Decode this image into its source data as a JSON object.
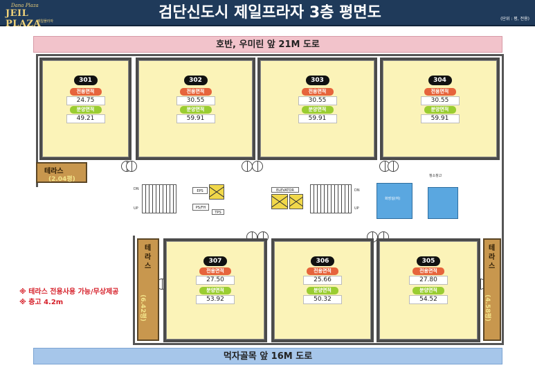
{
  "header": {
    "logo_small": "Dana Plaza",
    "logo_main": "JEIL PLAZA",
    "logo_sub": "제일플라자",
    "title": "검단신도시 제일프라자 3층 평면도",
    "unit_note": "(단위 : 평, 전용)"
  },
  "roads": {
    "top": "호반, 우미린 앞 21M 도로",
    "bottom": "먹자골목 앞 16M 도로"
  },
  "labels": {
    "exclusive": "전용면적",
    "supply": "분양면적"
  },
  "units": [
    {
      "no": "301",
      "exclusive": "24.75",
      "supply": "49.21"
    },
    {
      "no": "302",
      "exclusive": "30.55",
      "supply": "59.91"
    },
    {
      "no": "303",
      "exclusive": "30.55",
      "supply": "59.91"
    },
    {
      "no": "304",
      "exclusive": "30.55",
      "supply": "59.91"
    },
    {
      "no": "307",
      "exclusive": "27.50",
      "supply": "53.92"
    },
    {
      "no": "306",
      "exclusive": "25.66",
      "supply": "50.32"
    },
    {
      "no": "305",
      "exclusive": "27.80",
      "supply": "54.52"
    }
  ],
  "terraces": {
    "label": "테라스",
    "t301": "(2.04평)",
    "t307": "(6.42평)",
    "t305": "(4.58평)"
  },
  "core": {
    "eps": "EPS",
    "ps": "PS/FH",
    "tps": "TPS",
    "dn": "DN",
    "up": "UP",
    "elevator": "ELEVATOR",
    "restroom": "화장실(여)",
    "storage": "청소창고"
  },
  "notes": [
    "※ 테라스 전용사용 가능/무상제공",
    "※ 층고 4.2m"
  ]
}
